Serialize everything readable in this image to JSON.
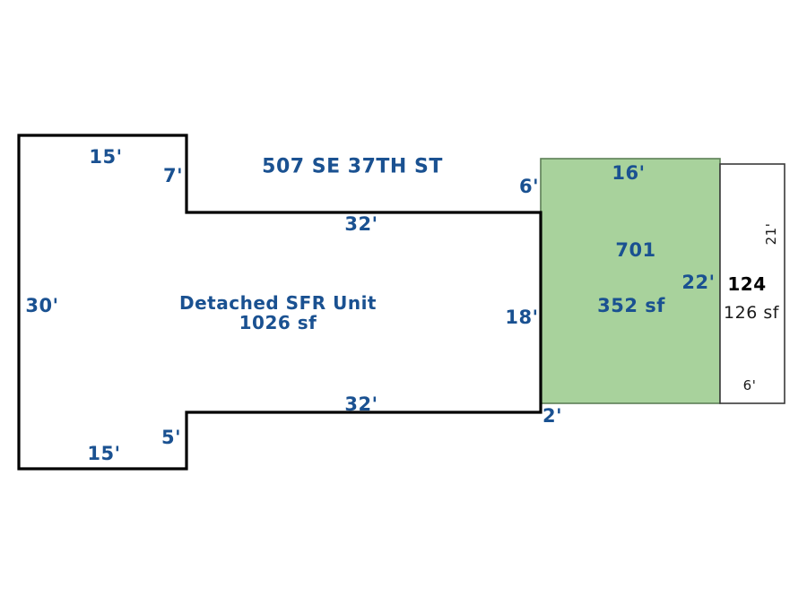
{
  "street_label": "507 SE 37TH ST",
  "main_unit": {
    "name": "Detached SFR Unit",
    "area": "1026 sf",
    "dim_top_left": "15'",
    "dim_notch_top": "7'",
    "dim_top": "32'",
    "dim_left": "30'",
    "dim_right": "18'",
    "dim_bottom": "32'",
    "dim_notch_bottom": "5'",
    "dim_bottom_left": "15'"
  },
  "unit_701": {
    "number": "701",
    "area": "352 sf",
    "dim_top": "16'",
    "dim_right": "22'",
    "dim_offset_top": "6'",
    "dim_offset_bottom": "2'"
  },
  "unit_124": {
    "number": "124",
    "area": "126 sf",
    "dim_side": "21'",
    "dim_bottom": "6'"
  },
  "colors": {
    "label_blue": "#1a5191",
    "unit_701_fill_green": "#a8d29c",
    "outline_black": "#000000"
  }
}
